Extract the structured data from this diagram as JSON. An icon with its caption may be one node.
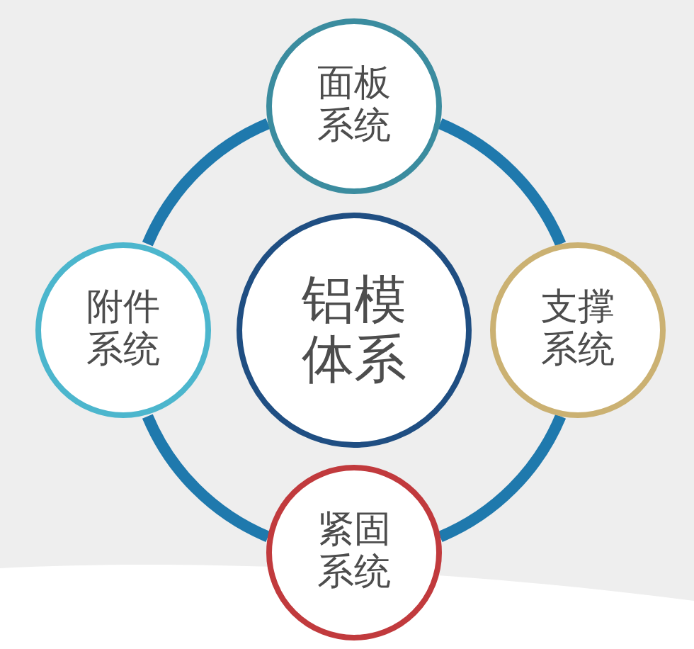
{
  "diagram": {
    "nodes": [
      {
        "text": [
          "面板系统"
        ]
      },
      {
        "text": [
          "附件系统"
        ]
      },
      {
        "text": [
          "铝模体系"
        ]
      },
      {
        "text": [
          "支撑系统"
        ]
      },
      {
        "text": [
          "紧固系统"
        ]
      }
    ],
    "edges": [
      {
        "from": 0,
        "to": 3,
        "arrow": "none"
      },
      {
        "from": 3,
        "to": 4,
        "arrow": "none"
      },
      {
        "from": 4,
        "to": 1,
        "arrow": "none"
      },
      {
        "from": 1,
        "to": 0,
        "arrow": "none"
      }
    ]
  }
}
